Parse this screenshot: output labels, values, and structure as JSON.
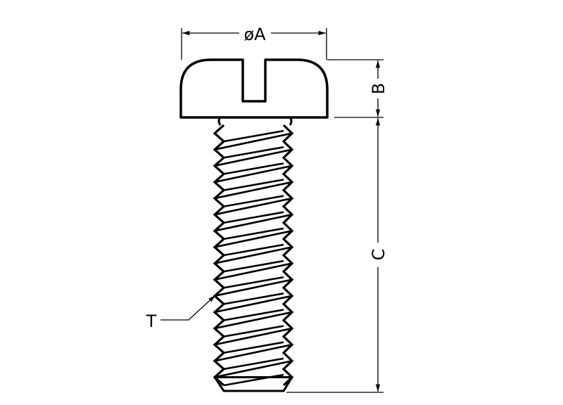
{
  "labels": {
    "diameter_a": "øA",
    "height_b": "B",
    "length_c": "C",
    "thread_t": "T"
  },
  "colors": {
    "line": "#000000",
    "background": "#ffffff"
  },
  "thread_count": 16
}
